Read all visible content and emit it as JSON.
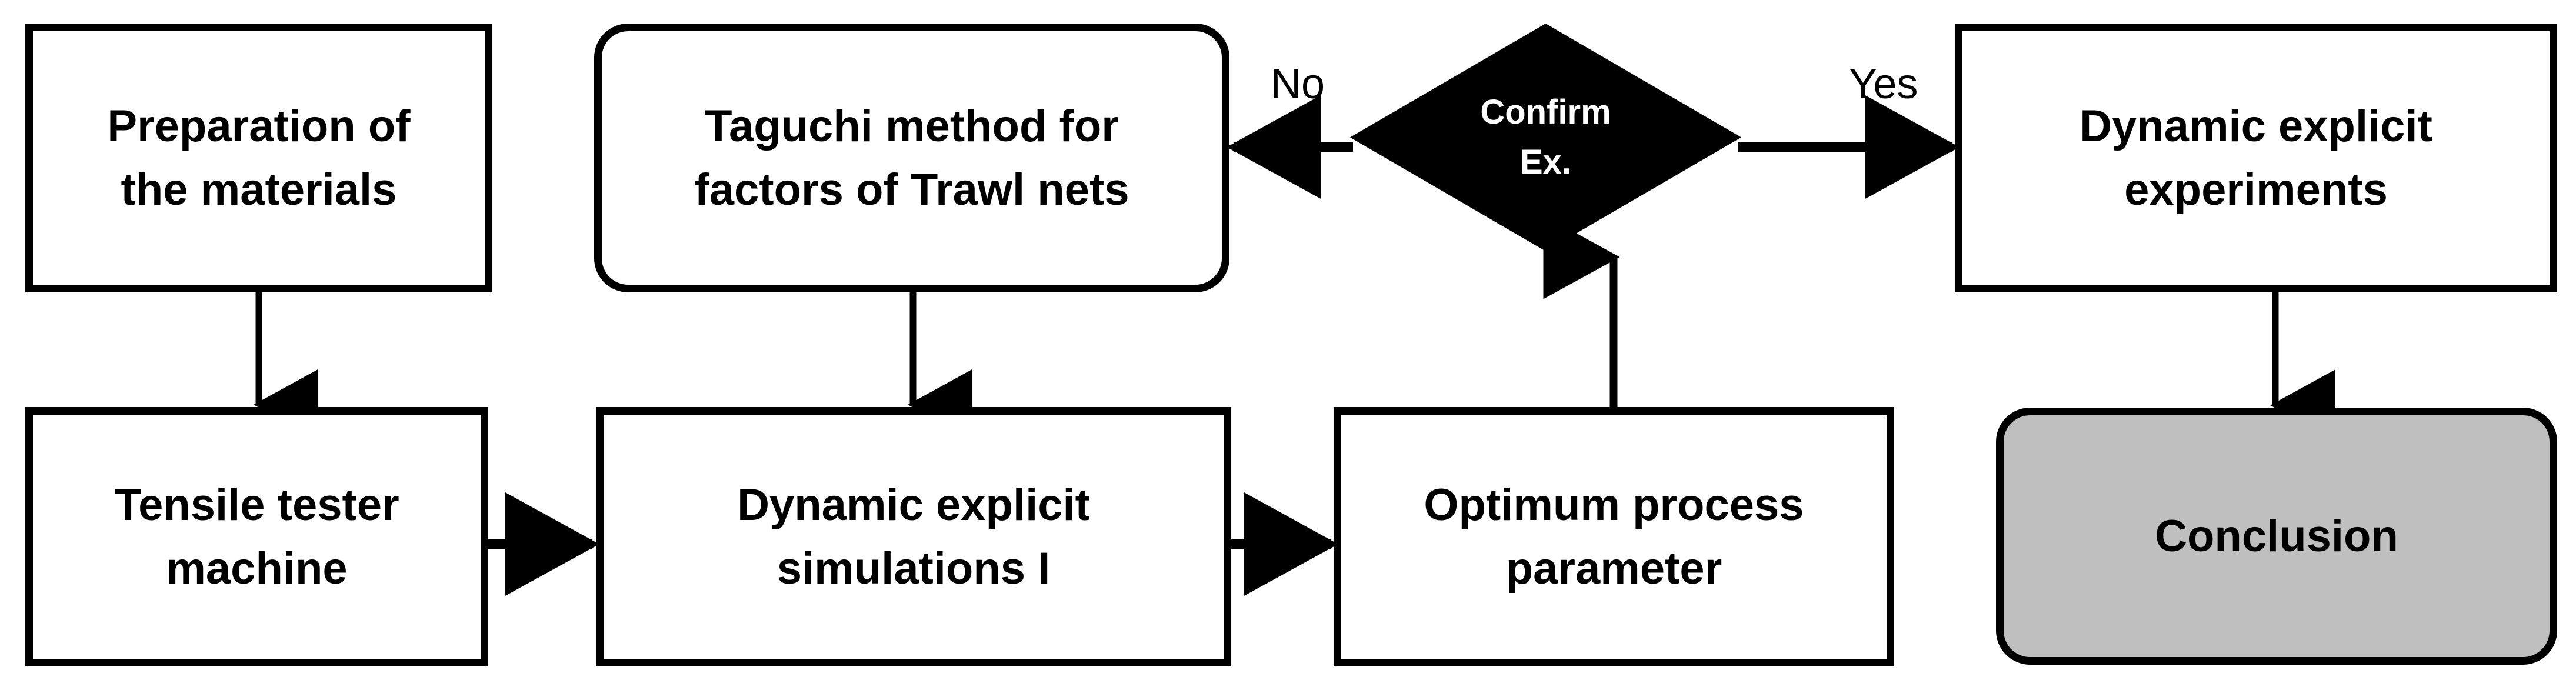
{
  "diagram": {
    "title": "Research methodology flowchart",
    "colors": {
      "stroke": "#000000",
      "node_fill": "#ffffff",
      "decision_fill": "#000000",
      "decision_text": "#ffffff",
      "terminal_fill": "#bfbfbf",
      "background": "#ffffff"
    },
    "nodes": [
      {
        "id": "preparation",
        "shape": "rectangle",
        "line1": "Preparation of",
        "line2": "the materials"
      },
      {
        "id": "taguchi",
        "shape": "rounded-rectangle",
        "line1": "Taguchi method for",
        "line2": "factors of Trawl nets"
      },
      {
        "id": "confirm",
        "shape": "diamond",
        "line1": "Confirm",
        "line2": "Ex."
      },
      {
        "id": "dynamic-experiments",
        "shape": "rectangle",
        "line1": "Dynamic explicit",
        "line2": "experiments"
      },
      {
        "id": "tensile-tester",
        "shape": "rectangle",
        "line1": "Tensile tester",
        "line2": "machine"
      },
      {
        "id": "dynamic-simulations",
        "shape": "rectangle",
        "line1": "Dynamic explicit",
        "line2": "simulations I"
      },
      {
        "id": "optimum-process",
        "shape": "rectangle",
        "line1": "Optimum process",
        "line2": "parameter"
      },
      {
        "id": "conclusion",
        "shape": "rounded-rectangle",
        "line1": "Conclusion",
        "line2": ""
      }
    ],
    "edge_labels": {
      "no": "No",
      "yes": "Yes"
    }
  }
}
